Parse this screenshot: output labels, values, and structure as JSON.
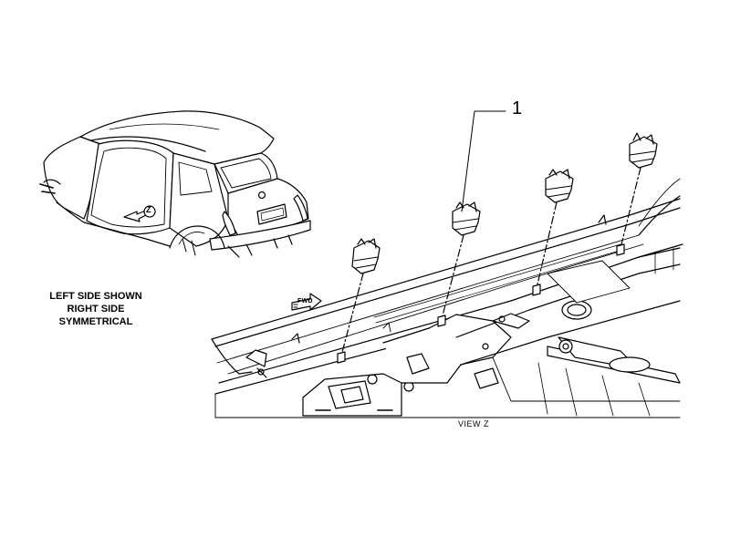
{
  "note": {
    "line1": "LEFT SIDE SHOWN",
    "line2": "RIGHT SIDE",
    "line3": "SYMMETRICAL"
  },
  "callout": {
    "number": "1"
  },
  "view": {
    "label": "VIEW Z",
    "arrow_letter": "Z"
  },
  "fwd": {
    "label": "FWD"
  },
  "colors": {
    "ink": "#000000",
    "paper": "#ffffff"
  }
}
